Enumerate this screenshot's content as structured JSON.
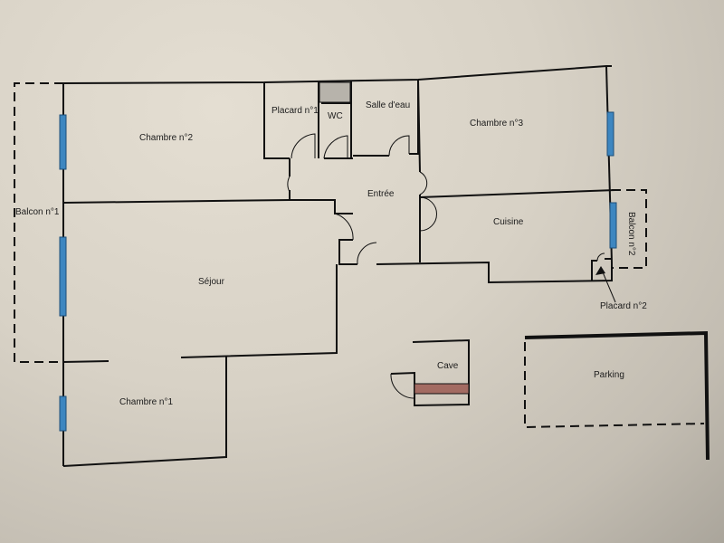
{
  "plan": {
    "rooms": [
      {
        "id": "chambre2",
        "label": "Chambre n°2"
      },
      {
        "id": "placard1",
        "label": "Placard n°1"
      },
      {
        "id": "wc",
        "label": "WC"
      },
      {
        "id": "salle_eau",
        "label": "Salle d'eau"
      },
      {
        "id": "chambre3",
        "label": "Chambre n°3"
      },
      {
        "id": "entree",
        "label": "Entrée"
      },
      {
        "id": "cuisine",
        "label": "Cuisine"
      },
      {
        "id": "sejour",
        "label": "Séjour"
      },
      {
        "id": "chambre1",
        "label": "Chambre n°1"
      },
      {
        "id": "cave",
        "label": "Cave"
      },
      {
        "id": "parking",
        "label": "Parking"
      }
    ],
    "balconies": [
      {
        "id": "balcon1",
        "label": "Balcon n°1"
      },
      {
        "id": "balcon2",
        "label": "Balcon n°2"
      }
    ],
    "callouts": [
      {
        "id": "placard2",
        "label": "Placard n°2"
      }
    ],
    "colors": {
      "wall": "#111111",
      "window": "#3d86c0",
      "stair": "#a36b62",
      "wc_shaft": "#b7b3ab"
    }
  }
}
